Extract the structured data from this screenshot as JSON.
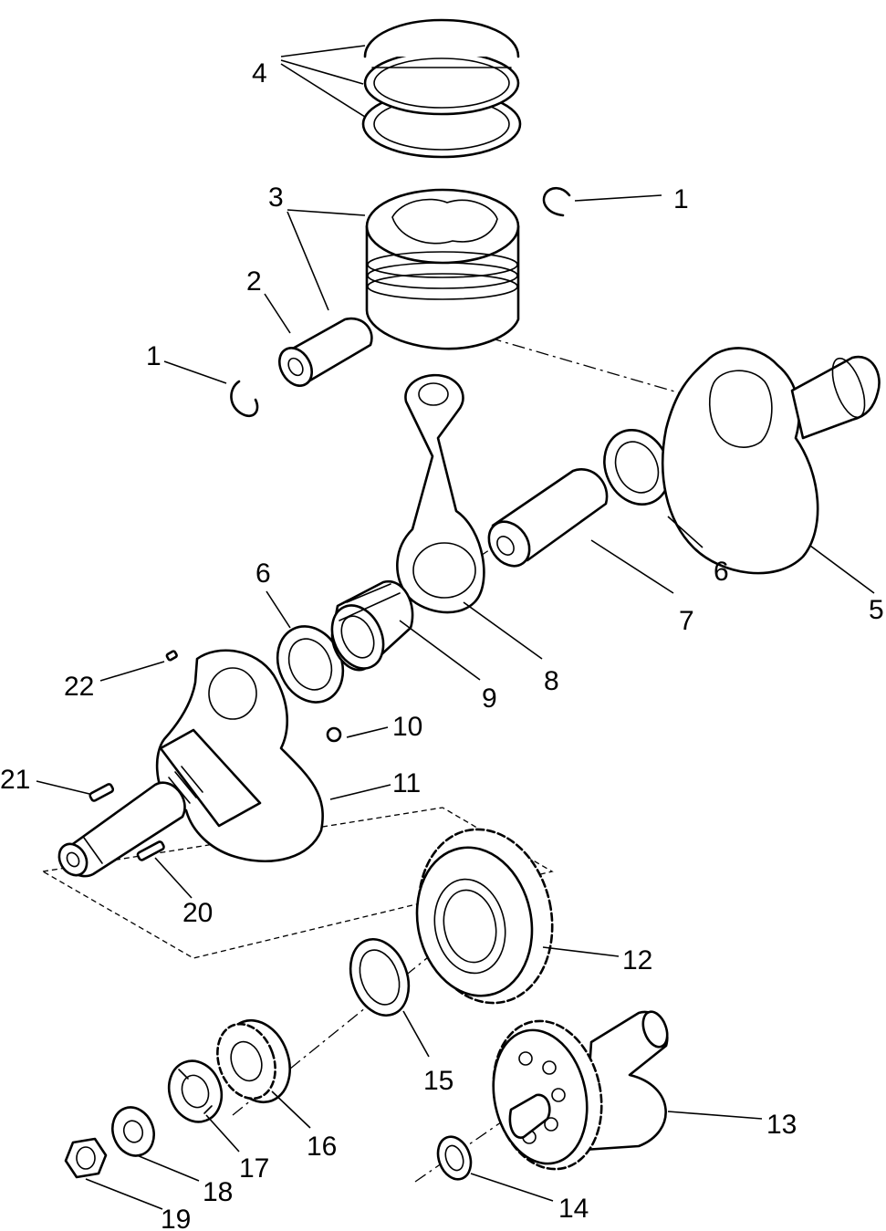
{
  "callouts": [
    {
      "key": "c4",
      "text": "4"
    },
    {
      "key": "c3",
      "text": "3"
    },
    {
      "key": "c1a",
      "text": "1"
    },
    {
      "key": "c2",
      "text": "2"
    },
    {
      "key": "c1b",
      "text": "1"
    },
    {
      "key": "c6a",
      "text": "6"
    },
    {
      "key": "c7",
      "text": "7"
    },
    {
      "key": "c5",
      "text": "5"
    },
    {
      "key": "c6b",
      "text": "6"
    },
    {
      "key": "c8",
      "text": "8"
    },
    {
      "key": "c9",
      "text": "9"
    },
    {
      "key": "c22",
      "text": "22"
    },
    {
      "key": "c10",
      "text": "10"
    },
    {
      "key": "c21",
      "text": "21"
    },
    {
      "key": "c11",
      "text": "11"
    },
    {
      "key": "c20",
      "text": "20"
    },
    {
      "key": "c12",
      "text": "12"
    },
    {
      "key": "c15",
      "text": "15"
    },
    {
      "key": "c13",
      "text": "13"
    },
    {
      "key": "c16",
      "text": "16"
    },
    {
      "key": "c17",
      "text": "17"
    },
    {
      "key": "c18",
      "text": "18"
    },
    {
      "key": "c19",
      "text": "19"
    },
    {
      "key": "c14",
      "text": "14"
    }
  ]
}
